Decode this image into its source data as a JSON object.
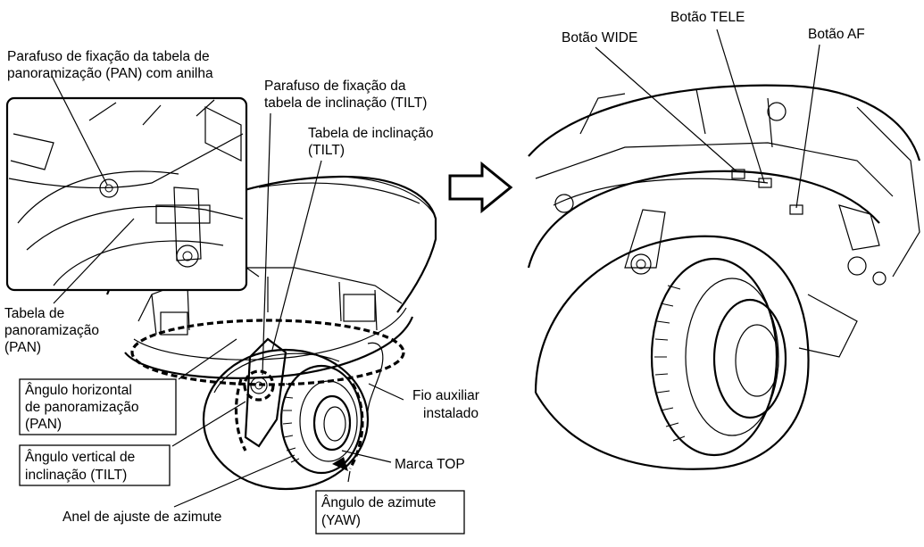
{
  "labels": {
    "pan_screw_1": "Parafuso de fixação da tabela de",
    "pan_screw_2": "panoramização (PAN) com anilha",
    "tilt_screw_1": "Parafuso de fixação da",
    "tilt_screw_2": "tabela de inclinação (TILT)",
    "tilt_table_1": "Tabela de inclinação",
    "tilt_table_2": "(TILT)",
    "pan_table_1": "Tabela de",
    "pan_table_2": "panoramização",
    "pan_table_3": "(PAN)",
    "pan_angle_1": "Ângulo horizontal",
    "pan_angle_2": "de panoramização",
    "pan_angle_3": "(PAN)",
    "tilt_angle_1": "Ângulo vertical de",
    "tilt_angle_2": "inclinação (TILT)",
    "aux_wire_1": "Fio auxiliar",
    "aux_wire_2": "instalado",
    "top_mark": "Marca TOP",
    "yaw_1": "Ângulo de azimute",
    "yaw_2": "(YAW)",
    "yaw_ring": "Anel de ajuste de azimute",
    "wide_button": "Botão WIDE",
    "tele_button": "Botão TELE",
    "af_button": "Botão AF"
  }
}
